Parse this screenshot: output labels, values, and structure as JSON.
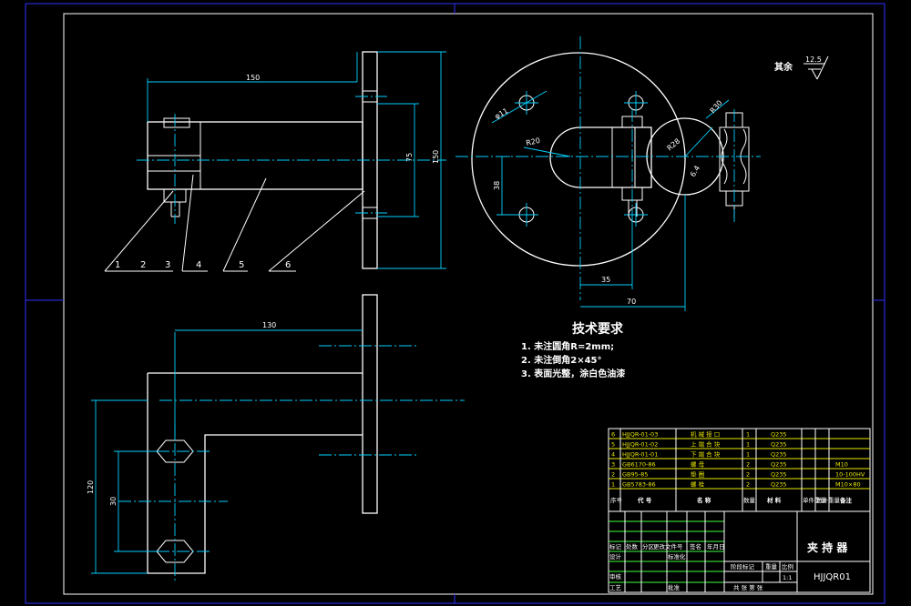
{
  "dimensions": {
    "d150_top": "150",
    "d75": "75",
    "d150_right": "150",
    "d130": "130",
    "d120": "120",
    "d30": "30",
    "d38": "38",
    "d35": "35",
    "d70": "70",
    "phi11": "φ11",
    "r20": "R20",
    "r28": "R28",
    "r30": "R30",
    "d64": "6.4"
  },
  "part_labels": [
    "1",
    "2",
    "3",
    "4",
    "5",
    "6"
  ],
  "roughness": {
    "label": "其余",
    "value": "12.5"
  },
  "tech_requirements": {
    "title": "技术要求",
    "items": [
      "1. 未注圆角R=2mm;",
      "2. 未注倒角2×45°",
      "3. 表面光整，涂白色油漆"
    ]
  },
  "bom": {
    "rows": [
      {
        "no": "6",
        "code": "HJJQR-01-03",
        "name": "机 械 接 口",
        "qty": "1",
        "material": "Q235",
        "note": ""
      },
      {
        "no": "5",
        "code": "HJJQR-01-02",
        "name": "上 端 合 块",
        "qty": "1",
        "material": "Q235",
        "note": ""
      },
      {
        "no": "4",
        "code": "HJJQR-01-01",
        "name": "下 端 合 块",
        "qty": "1",
        "material": "Q235",
        "note": ""
      },
      {
        "no": "3",
        "code": "GB6170-86",
        "name": "螺 母",
        "qty": "2",
        "material": "Q235",
        "note": "M10"
      },
      {
        "no": "2",
        "code": "GB95-85",
        "name": "垫 圈",
        "qty": "2",
        "material": "Q235",
        "note": "10-100HV"
      },
      {
        "no": "1",
        "code": "GB5783-86",
        "name": "螺 栓",
        "qty": "2",
        "material": "Q235",
        "note": "M10×80"
      }
    ],
    "header": {
      "no": "序号",
      "code": "代 号",
      "name": "名 称",
      "qty": "数量",
      "material": "材 料",
      "unit_weight": "单件重量",
      "total_weight": "总计重量",
      "note": "备注"
    }
  },
  "title_block": {
    "part_name": "夹 持 器",
    "drawing_no": "HJJQR01",
    "scale": "1:1",
    "labels": {
      "mark": "标记",
      "count": "处数",
      "zone": "分区",
      "change_doc": "更改文件号",
      "sign": "签名",
      "date": "年月日",
      "design": "设计",
      "standard": "标准化",
      "stage": "阶段标记",
      "weight": "重量",
      "ratio": "比例",
      "review": "审核",
      "process": "工艺",
      "approve": "批准",
      "sheets": "共 张 第 张"
    }
  }
}
